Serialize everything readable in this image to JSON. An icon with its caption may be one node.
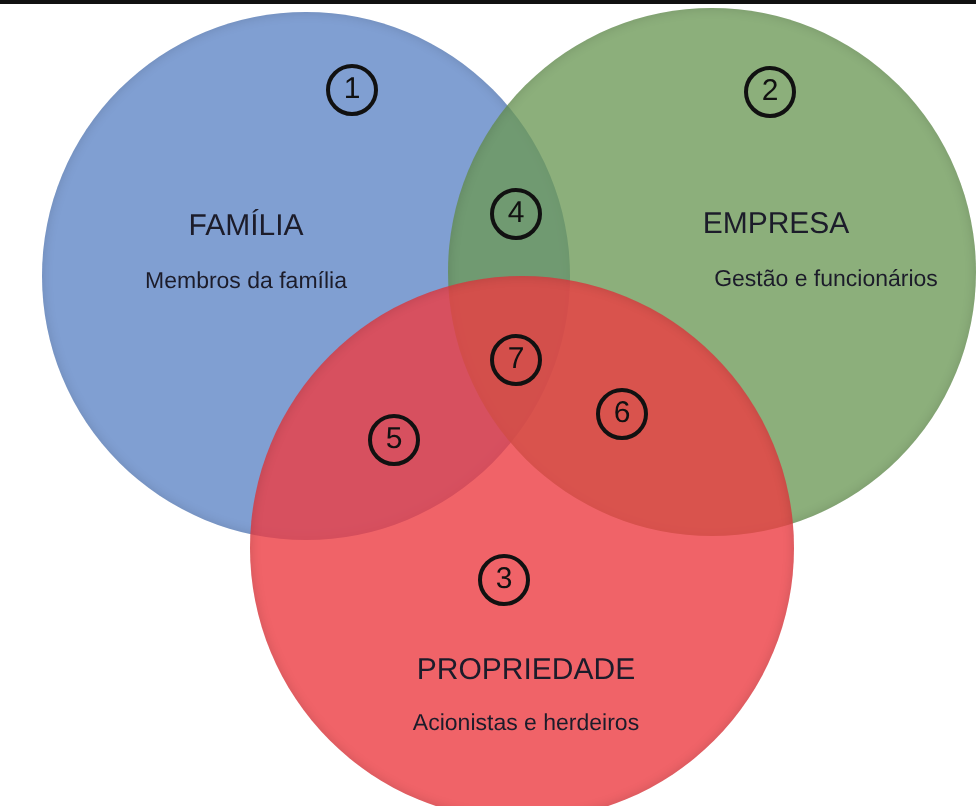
{
  "diagram": {
    "nodes": [
      {
        "text": [
          "1",
          "FAMÍLIA",
          "Membros da família"
        ]
      },
      {
        "text": [
          "2",
          "EMPRESA",
          "Gestão e funcionários"
        ]
      },
      {
        "text": [
          "3",
          "PROPRIEDADE",
          "Acionistas e herdeiros"
        ]
      }
    ],
    "labels": [
      "4",
      "7",
      "6",
      "5"
    ]
  }
}
